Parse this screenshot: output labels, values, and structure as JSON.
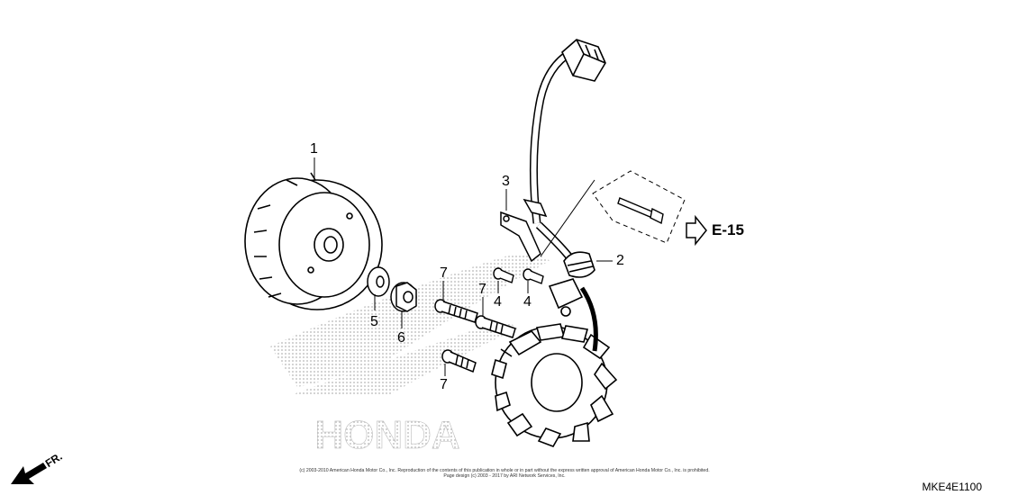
{
  "callouts": {
    "c1": "1",
    "c2": "2",
    "c3": "3",
    "c4a": "4",
    "c4b": "4",
    "c5": "5",
    "c6": "6",
    "c7a": "7",
    "c7b": "7",
    "c7c": "7"
  },
  "reference": {
    "label": "E-15"
  },
  "front_marker": {
    "label": "FR."
  },
  "watermark": {
    "brand": "HONDA"
  },
  "footer": {
    "copyright_line1": "(c) 2003-2010 American Honda Motor Co., Inc. Reproduction of the contents of this publication in whole or in part without the express written approval of American Honda Motor Co., Inc. is prohibited.",
    "copyright_line2": "Page design (c) 2003 - 2017 by ARI Network Services, Inc.",
    "diagram_code": "MKE4E1100"
  },
  "colors": {
    "line": "#000000",
    "watermark": "#bdbdbd"
  }
}
